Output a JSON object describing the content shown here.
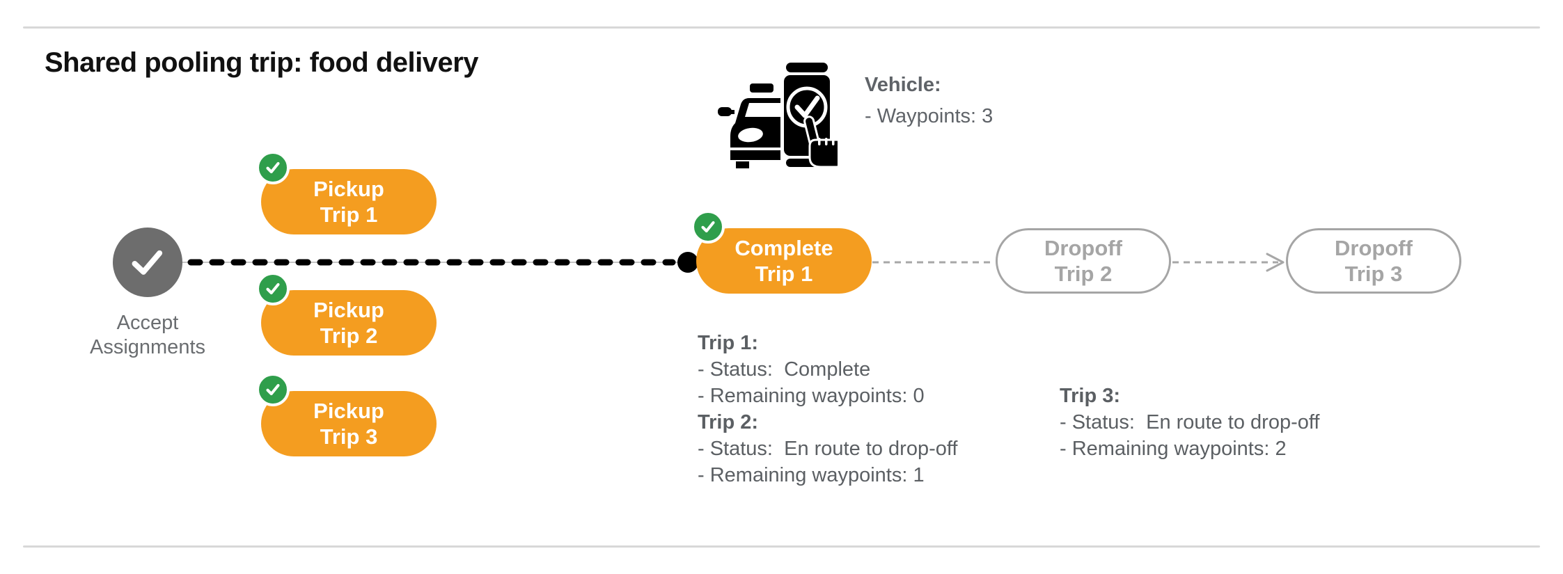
{
  "colors": {
    "orange": "#F49D20",
    "green": "#2F9E4B",
    "node-gray": "#6D6D6D",
    "text-gray": "#5F6368",
    "muted-gray": "#A5A5A5",
    "line-gray": "#C5C5C5",
    "connector-gray": "#A7A7A7",
    "connector-black": "#000000",
    "rule-gray": "#D8D8D8"
  },
  "header": {
    "title": "Shared pooling trip: food delivery"
  },
  "vehicle": {
    "icon": "car-phone-check-icon",
    "label": "Vehicle:",
    "waypoints": "- Waypoints: 3"
  },
  "flow": {
    "start": {
      "label": "Accept\nAssignments",
      "icon": "check-icon"
    },
    "pickups": [
      {
        "label": "Pickup\nTrip 1",
        "badge_icon": "check-icon"
      },
      {
        "label": "Pickup\nTrip 2",
        "badge_icon": "check-icon"
      },
      {
        "label": "Pickup\nTrip 3",
        "badge_icon": "check-icon"
      }
    ],
    "complete": {
      "label": "Complete\nTrip 1",
      "badge_icon": "check-icon"
    },
    "dropoffs": [
      {
        "label": "Dropoff\nTrip 2"
      },
      {
        "label": "Dropoff\nTrip 3"
      }
    ]
  },
  "status_blocks": {
    "left": {
      "entries": [
        {
          "heading": "Trip 1:",
          "lines": [
            "- Status:  Complete",
            "- Remaining waypoints: 0"
          ]
        },
        {
          "heading": "Trip 2:",
          "lines": [
            "- Status:  En route to drop-off",
            "- Remaining waypoints: 1"
          ]
        }
      ]
    },
    "right": {
      "entries": [
        {
          "heading": "Trip 3:",
          "lines": [
            "- Status:  En route to drop-off",
            "- Remaining waypoints: 2"
          ]
        }
      ]
    }
  }
}
